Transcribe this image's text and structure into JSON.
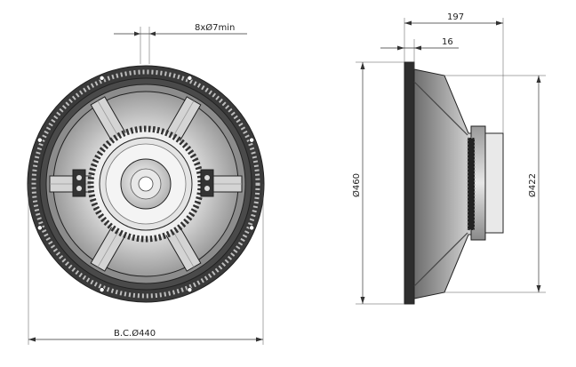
{
  "annotations": {
    "holes": "8xØ7min",
    "bolt_circle": "B.C.Ø440",
    "depth": "197",
    "flange_thickness": "16",
    "outer_diameter": "Ø460",
    "cutout_diameter": "Ø422"
  },
  "colors": {
    "line": "#222222",
    "dark": "#2b2b2b",
    "mid": "#8a8a8a",
    "light": "#d9d9d9",
    "paper": "#ffffff"
  }
}
